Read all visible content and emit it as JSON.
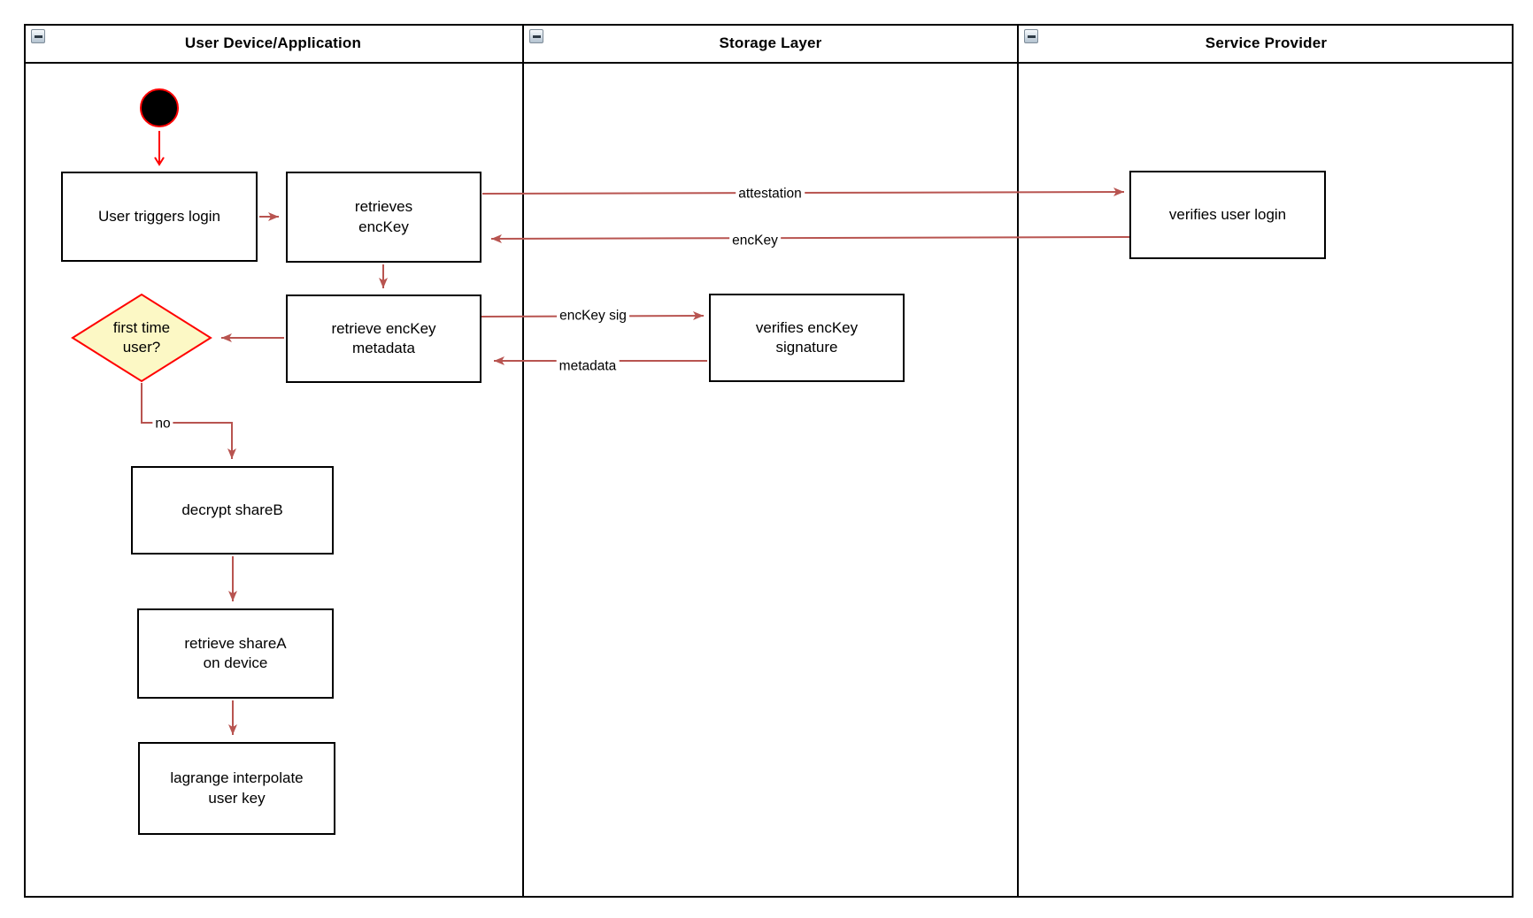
{
  "lanes": [
    {
      "title": "User Device/Application",
      "collapse_icon": "minus-icon"
    },
    {
      "title": "Storage Layer",
      "collapse_icon": "minus-icon"
    },
    {
      "title": "Service Provider",
      "collapse_icon": "minus-icon"
    }
  ],
  "nodes": {
    "start": {
      "type": "initial-node"
    },
    "user_triggers_login": {
      "label": "User triggers login"
    },
    "retrieves_enckey": {
      "label": "retrieves\nencKey"
    },
    "verifies_user_login": {
      "label": "verifies user login"
    },
    "retrieve_enckey_metadata": {
      "label": "retrieve encKey\nmetadata"
    },
    "verifies_enckey_signature": {
      "label": "verifies encKey\nsignature"
    },
    "first_time_user": {
      "label": "first time\nuser?"
    },
    "decrypt_shareb": {
      "label": "decrypt shareB"
    },
    "retrieve_sharea_on_device": {
      "label": "retrieve shareA\non device"
    },
    "lagrange_interpolate_user_key": {
      "label": "lagrange interpolate\nuser key"
    }
  },
  "edge_labels": {
    "attestation": "attestation",
    "enckey": "encKey",
    "enckey_sig": "encKey sig",
    "metadata": "metadata",
    "no": "no"
  },
  "colors": {
    "arrow": "#B85450",
    "accent_red": "#FF0000",
    "decision_fill": "#FCF8C5",
    "decision_border": "#FF0000",
    "node_fill": "#FFFFFF",
    "node_border": "#000000"
  }
}
